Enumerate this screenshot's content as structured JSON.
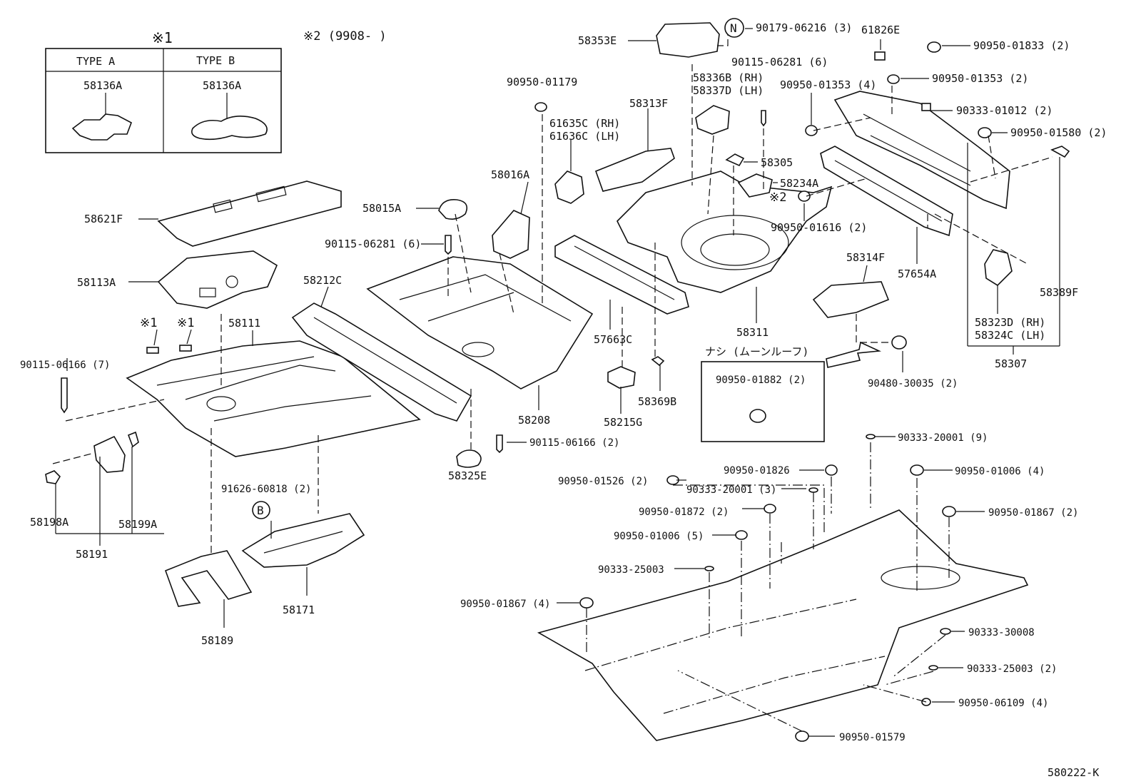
{
  "legend": {
    "mark1_title": "※1",
    "mark2_note": "※2 (9908-     )",
    "col_a": "TYPE A",
    "col_b": "TYPE B",
    "part_a": "58136A",
    "part_b": "58136A"
  },
  "moonroof_note": {
    "header": "ナシ (ムーンルーフ)",
    "part": "90950-01882 (2)"
  },
  "labels": {
    "p58353E": "58353E",
    "N_mark": "N",
    "p90179": "90179-06216 (3)",
    "p61826E": "61826E",
    "p90950_01833": "90950-01833 (2)",
    "p90115_06281_top": "90115-06281 (6)",
    "p58336B": "58336B (RH)",
    "p58337D": "58337D (LH)",
    "p90950_01353_4": "90950-01353 (4)",
    "p90950_01353_2": "90950-01353 (2)",
    "p90333_01012": "90333-01012 (2)",
    "p90950_01580": "90950-01580 (2)",
    "p90950_01179": "90950-01179",
    "p61635C": "61635C (RH)",
    "p61636C": "61636C (LH)",
    "p58313F": "58313F",
    "p58305": "58305",
    "p58234A": "58234A",
    "p_x2": "※2",
    "p90950_01616": "90950-01616 (2)",
    "p58621F": "58621F",
    "p58016A": "58016A",
    "p58015A": "58015A",
    "p90115_06281_mid": "90115-06281 (6)",
    "p58113A": "58113A",
    "p58212C": "58212C",
    "p58111": "58111",
    "p_x1a": "※1",
    "p_x1b": "※1",
    "p90115_06166_7": "90115-06166 (7)",
    "p58314F": "58314F",
    "p57654A": "57654A",
    "p58389F": "58389F",
    "p58323D": "58323D (RH)",
    "p58324C": "58324C (LH)",
    "p58307": "58307",
    "p57663C": "57663C",
    "p58311": "58311",
    "p58208": "58208",
    "p58215G": "58215G",
    "p58369B": "58369B",
    "p90480": "90480-30035 (2)",
    "p90115_06166_2": "90115-06166 (2)",
    "p58198A": "58198A",
    "p58199A": "58199A",
    "p58191": "58191",
    "p91626": "91626-60818 (2)",
    "B_mark": "B",
    "p58171": "58171",
    "p58189": "58189",
    "p58325E": "58325E",
    "p90333_20001_9": "90333-20001 (9)",
    "p90950_01826": "90950-01826",
    "p90950_01006_4": "90950-01006 (4)",
    "p90950_01526": "90950-01526 (2)",
    "p90333_20001_3": "90333-20001 (3)",
    "p90950_01872": "90950-01872 (2)",
    "p90950_01867_2": "90950-01867 (2)",
    "p90950_01006_5": "90950-01006 (5)",
    "p90333_25003": "90333-25003",
    "p90950_01867_4": "90950-01867 (4)",
    "p90333_30008": "90333-30008",
    "p90333_25003_2": "90333-25003 (2)",
    "p90950_06109": "90950-06109 (4)",
    "p90950_01579": "90950-01579",
    "diagram_code": "580222-K"
  }
}
